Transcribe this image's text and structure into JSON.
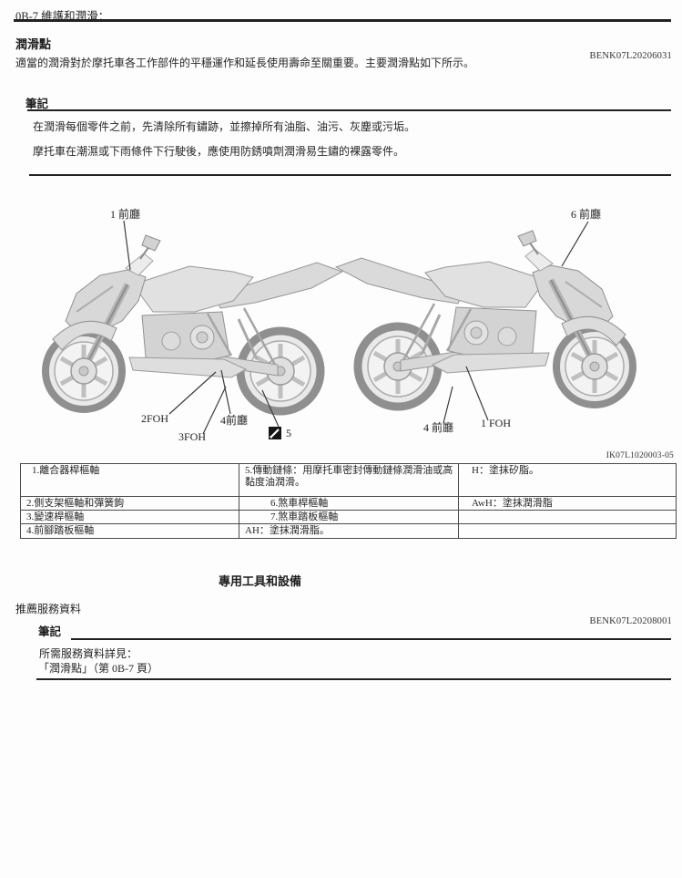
{
  "page": {
    "header": "0B-7 維護和潤滑：",
    "section": {
      "title": "潤滑點",
      "intro": "適當的潤滑對於摩托車各工作部件的平穩運作和延長使用壽命至關重要。主要潤滑點如下所示。",
      "ref_code": "BENK07L20206031"
    },
    "note1": {
      "label": "筆記",
      "lines": [
        "在潤滑每個零件之前，先清除所有鏽跡，並擦掉所有油脂、油污、灰塵或污垢。",
        "摩托車在潮濕或下雨條件下行駛後，應使用防銹噴劑潤滑易生鏽的裸露零件。"
      ]
    },
    "figure": {
      "labels": {
        "left_1": "1 前廳",
        "left_2": "2FOH",
        "left_3": "3FOH",
        "left_4": "4前廳",
        "left_5": "5",
        "right_6": "6 前廳",
        "right_4": "4 前廳",
        "right_1": "1 FOH"
      },
      "code": "IK07L1020003-05"
    },
    "table": {
      "rows": [
        [
          "1.離合器桿樞軸",
          "5.傳動鏈條：用摩托車密封傳動鏈條潤滑油或高黏度油潤滑。",
          "H：塗抹矽脂。"
        ],
        [
          "2.側支架樞軸和彈簧鉤",
          "6.煞車桿樞軸",
          "AwH：塗抹潤滑脂"
        ],
        [
          "3.變速桿樞軸",
          "7.煞車踏板樞軸",
          ""
        ],
        [
          "4.前腳踏板樞軸",
          "AH：塗抹潤滑脂。",
          ""
        ]
      ]
    },
    "tools_heading": "專用工具和設備",
    "recommended_label": "推薦服務資料",
    "ref_code2": "BENK07L20208001",
    "note2": {
      "label": "筆記",
      "lines": [
        "所需服務資料詳見：",
        "「潤滑點」（第 0B-7 頁）"
      ]
    }
  },
  "colors": {
    "ink": "#262626",
    "rule": "#222222",
    "paper": "#fdfdfd"
  }
}
